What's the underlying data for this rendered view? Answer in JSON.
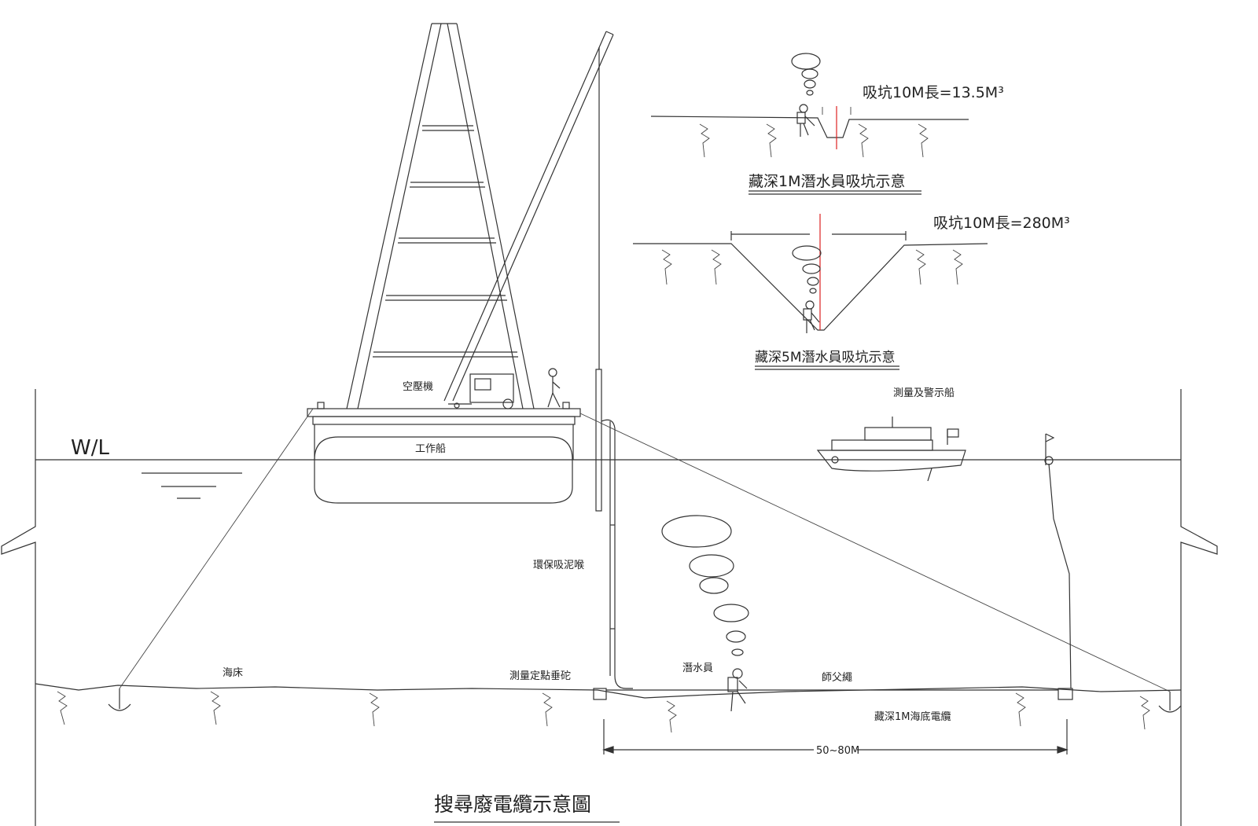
{
  "diagram": {
    "title": "搜尋廢電纜示意圖",
    "water_line_label": "W/L",
    "labels": {
      "work_barge": "工作船",
      "air_compressor": "空壓機",
      "survey_boat": "測量及警示船",
      "suction_pipe": "環保吸泥喉",
      "seabed": "海床",
      "survey_weight": "測量定點垂砣",
      "diver": "潛水員",
      "guide_rope": "師父繩",
      "buried_cable": "藏深1M海底電纜",
      "span": "50~80M"
    },
    "inset_top": {
      "spec": "吸坑10M長=13.5M³",
      "caption": "藏深1M潛水員吸坑示意"
    },
    "inset_middle": {
      "spec": "吸坑10M長=280M³",
      "caption": "藏深5M潛水員吸坑示意"
    }
  }
}
